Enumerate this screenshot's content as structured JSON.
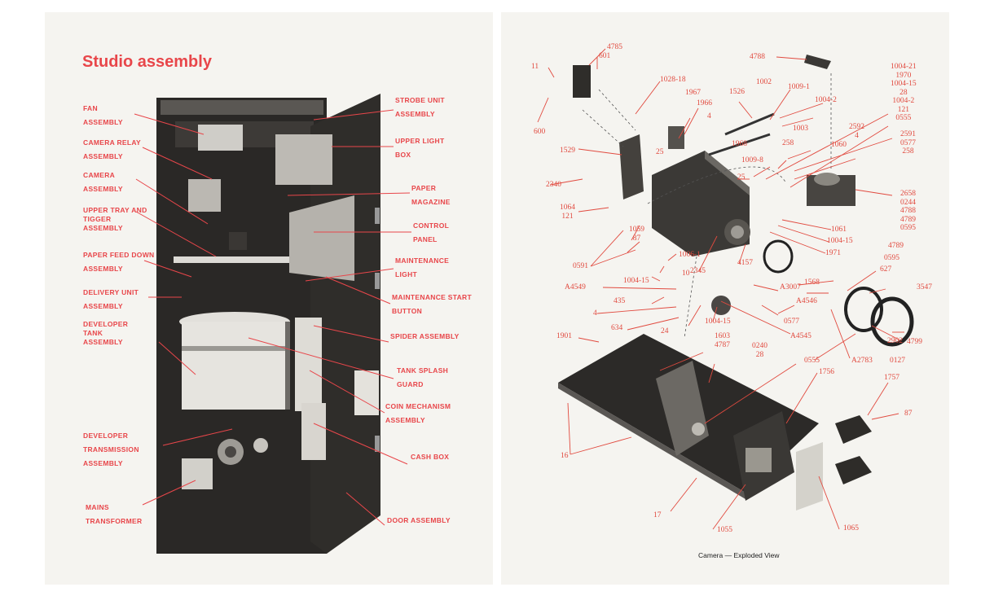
{
  "left_page": {
    "title": "Studio assembly",
    "labels": {
      "fan": "FAN ASSEMBLY",
      "camera_relay": "CAMERA RELAY ASSEMBLY",
      "camera_assembly": "CAMERA ASSEMBLY",
      "upper_tray": "UPPER TRAY AND TIGGER ASSEMBLY",
      "paper_feed": "PAPER FEED DOWN ASSEMBLY",
      "delivery": "DELIVERY UNIT ASSEMBLY",
      "developer_tank": "DEVELOPER TANK ASSEMBLY",
      "developer_transmission": "DEVELOPER TRANSMISSION ASSEMBLY",
      "mains": "MAINS TRANSFORMER",
      "strobe": "STROBE UNIT ASSEMBLY",
      "upper_light": "UPPER LIGHT BOX",
      "paper_magazine": "PAPER MAGAZINE",
      "control_panel": "CONTROL PANEL",
      "maintenance_light": "MAINTENANCE LIGHT",
      "maintenance_start": "MAINTENANCE START BUTTON",
      "spider": "SPIDER ASSEMBLY",
      "tank_splash": "TANK SPLASH GUARD",
      "coin": "COIN MECHANISM ASSEMBLY",
      "cash_box": "CASH BOX",
      "door": "DOOR ASSEMBLY"
    }
  },
  "right_page": {
    "caption": "Camera — Exploded View",
    "parts": {
      "p4785": "4785",
      "p601": "601",
      "p11": "11",
      "p600": "600",
      "p4788": "4788",
      "p1004_group": "1004-21\n1970\n1004-15\n28\n1004-2\n121\n0555",
      "p1028_18": "1028-18",
      "p1526": "1526",
      "p1002": "1002",
      "p1009_1": "1009-1",
      "p1004_2": "1004-2",
      "p1967": "1967",
      "p1966": "1966",
      "p4": "4",
      "p1003": "1003",
      "p2592": "2592\n4",
      "p2591_group": "2591\n0577\n258",
      "p1529": "1529",
      "p25a": "25",
      "p1968": "1968",
      "p258": "258",
      "p1060": "1060",
      "p1009_8": "1009-8",
      "p2340": "2340",
      "p25b": "25",
      "p2658_group": "2658\n0244\n4788\n4789\n0595",
      "p1064": "1064\n121",
      "p1059": "1059\n87",
      "p1061": "1061",
      "p1004_15a": "1004-15",
      "p1971": "1971",
      "p4789": "4789",
      "p0591": "0591",
      "p1006_1": "1006-1",
      "p2345": "2345",
      "p4157": "4157",
      "p1568": "1568",
      "p0595": "0595",
      "p10": "10",
      "p1004_15b": "1004-15",
      "p627": "627",
      "pA4549": "A4549",
      "pA3007": "A3007",
      "p435": "435",
      "pA4546": "A4546",
      "p3547": "3547",
      "p4b": "4",
      "p0577": "0577",
      "p634": "634",
      "p24": "24",
      "p1004_15c": "1004-15",
      "pA4545": "A4545",
      "p4799": "4799",
      "p1901": "1901",
      "p1603": "1603\n4787",
      "p0240": "0240\n28",
      "pA2783": "A2783",
      "p2902": "2902",
      "p0127": "0127",
      "p0555": "0555",
      "p1756": "1756",
      "p1757": "1757",
      "p87": "87",
      "p16": "16",
      "p17": "17",
      "p1055": "1055",
      "p1065": "1065"
    }
  },
  "colors": {
    "label_red": "#e8464a",
    "cabinet_dark": "#2a2826",
    "page_bg": "#f5f4f0"
  }
}
